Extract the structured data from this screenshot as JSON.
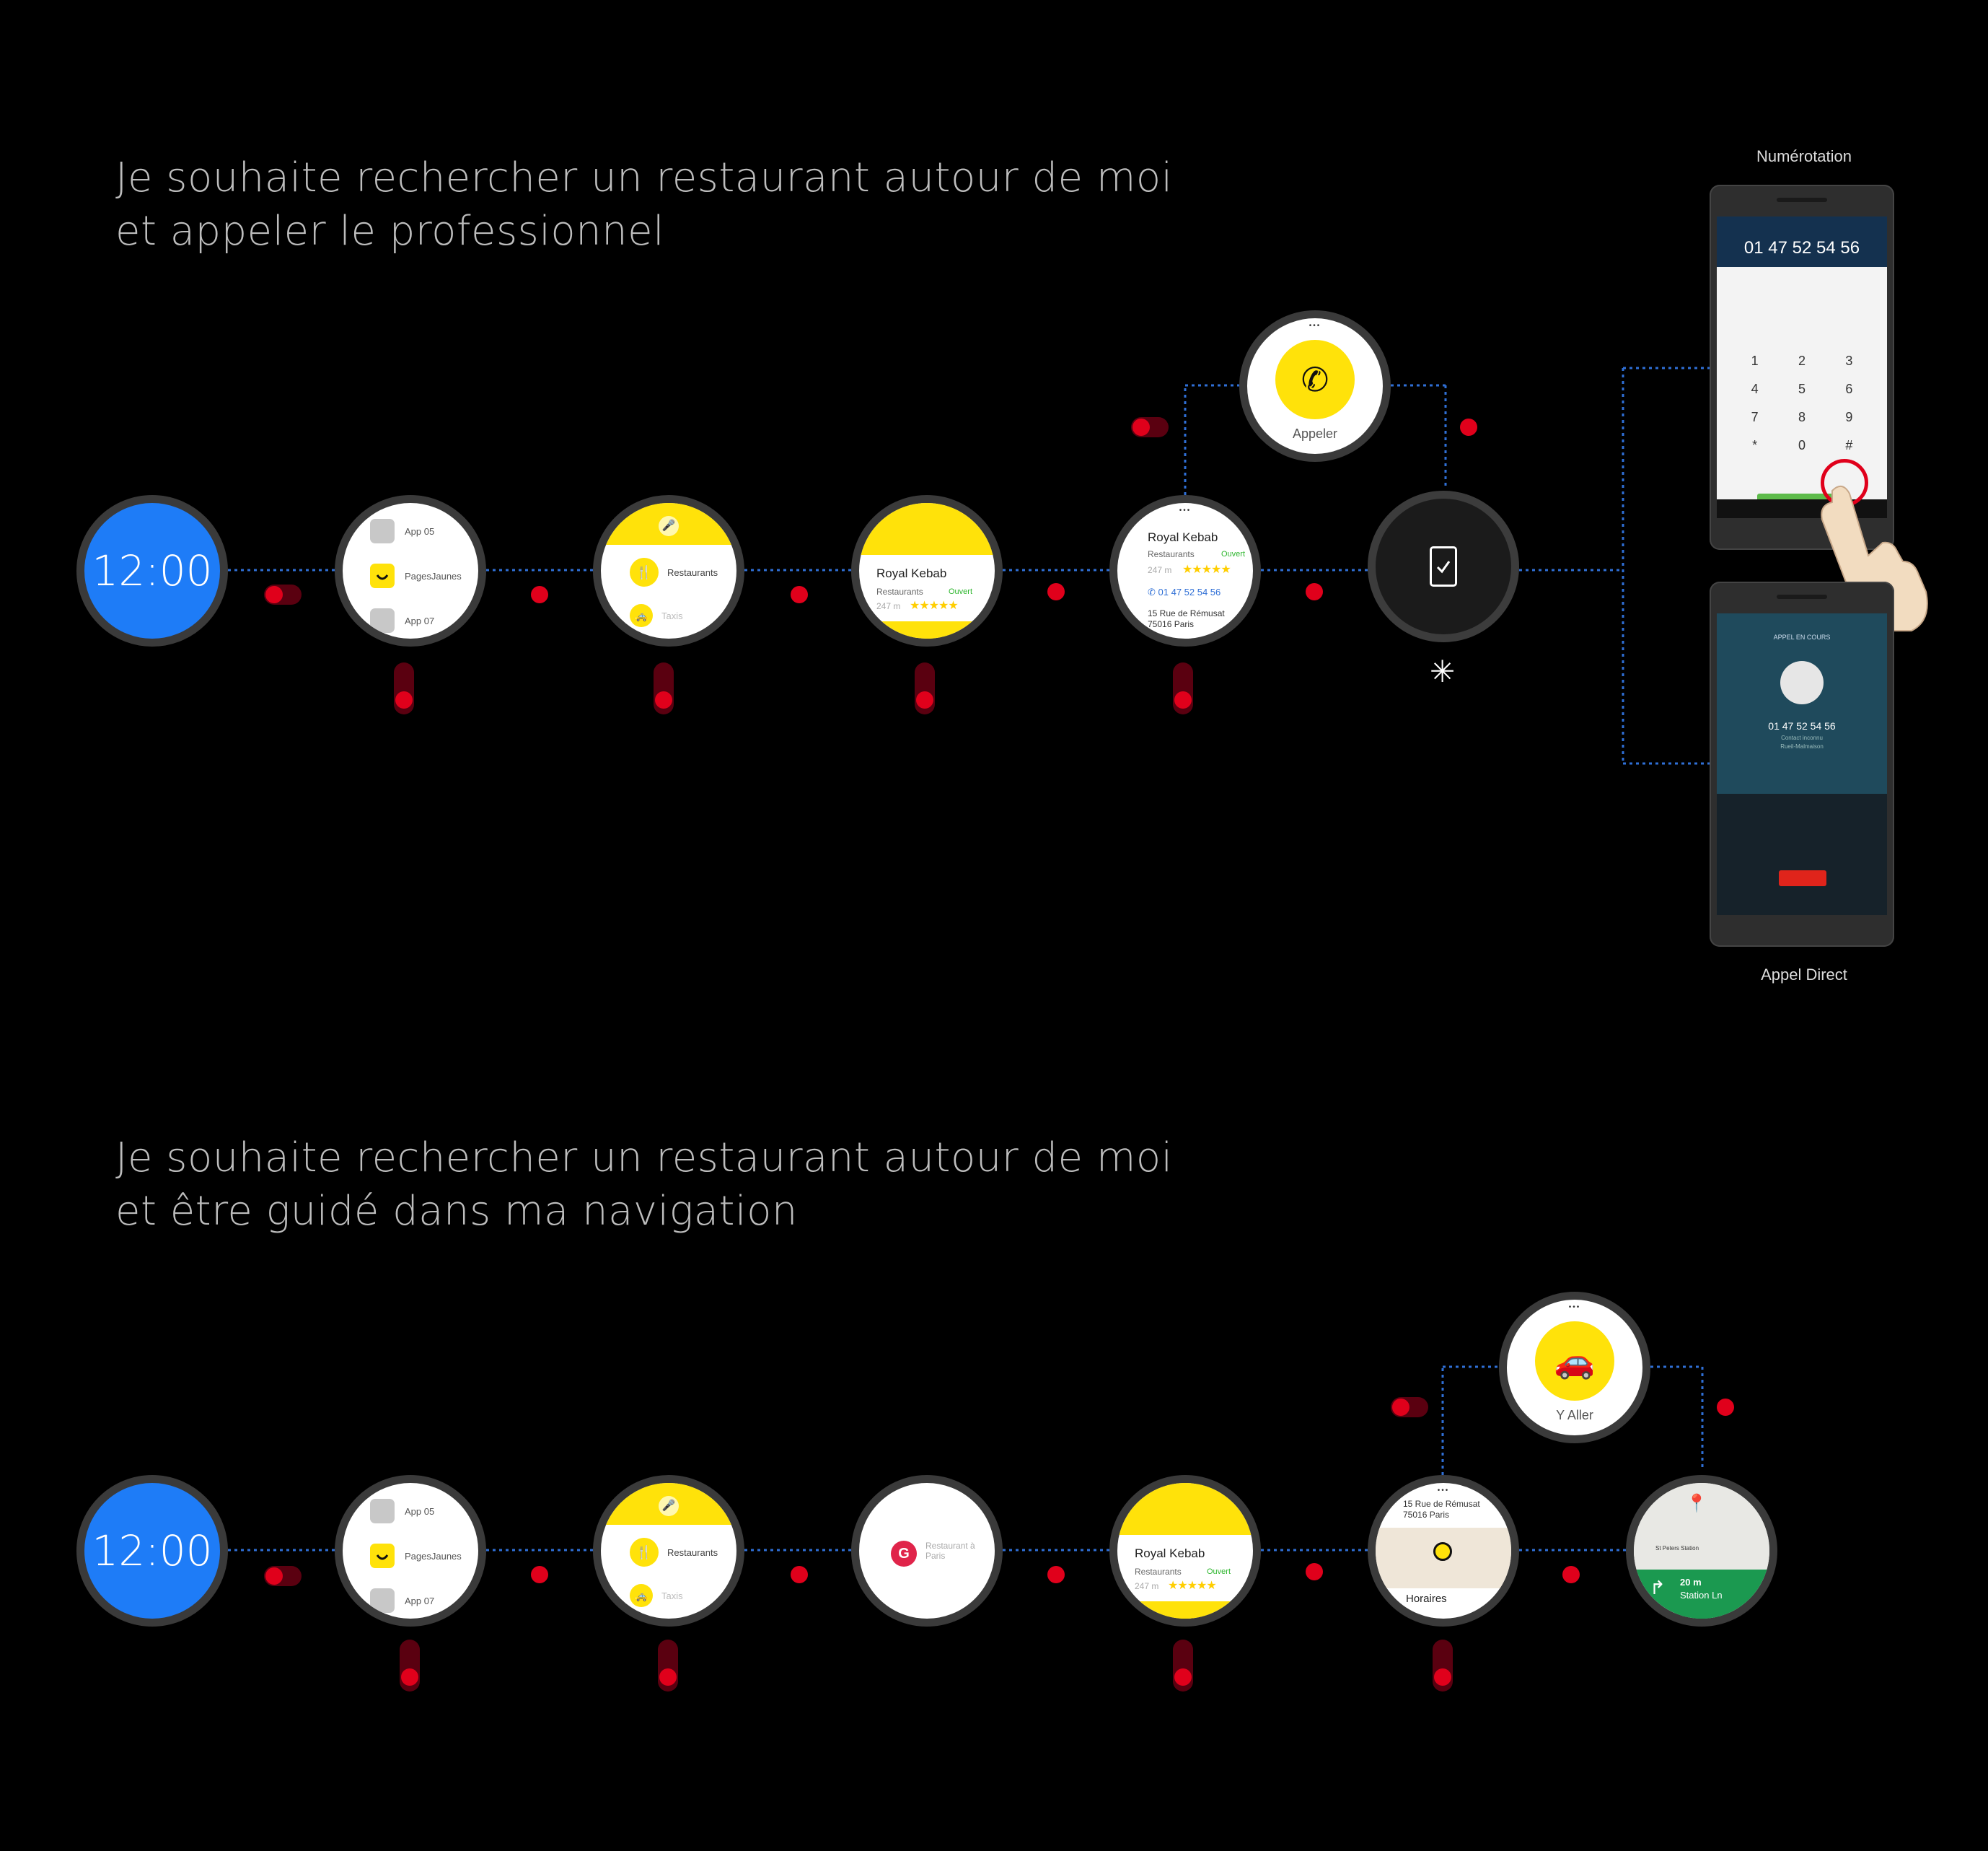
{
  "headings": {
    "scenario1": [
      "Je souhaite rechercher un restaurant autour de moi",
      "et appeler le professionnel"
    ],
    "scenario2": [
      "Je souhaite rechercher un restaurant autour de moi",
      "et être guidé dans ma navigation"
    ]
  },
  "watch": {
    "clock": "12:00",
    "apps": {
      "app1": "App 05",
      "app2": "PagesJaunes",
      "app3": "App 07"
    },
    "categories": {
      "c1": "Restaurants",
      "c2": "Taxis"
    },
    "restaurant": {
      "name": "Royal Kebab",
      "category": "Restaurants",
      "status": "Ouvert",
      "distance": "247 m",
      "rating_stars": "★★★★★",
      "phone": "01 47 52 54 56",
      "address_line1": "15 Rue de Rémusat",
      "address_line2": "75016 Paris",
      "address_inline": "15 Rue de Rémusat 75016 Paris"
    },
    "search_hint": "Restaurant à Paris",
    "actions": {
      "call": "Appeler",
      "go": "Y Aller",
      "hours": "Horaires"
    },
    "nav": {
      "distance": "20 m",
      "street": "Station Ln",
      "station": "St Peters Station"
    }
  },
  "phones": {
    "dial": {
      "caption": "Numérotation",
      "number": "01 47 52 54 56",
      "keys": [
        "1",
        "2",
        "3",
        "4",
        "5",
        "6",
        "7",
        "8",
        "9",
        "*",
        "0",
        "#"
      ]
    },
    "call": {
      "caption": "Appel Direct",
      "status": "APPEL EN COURS",
      "number": "01 47 52 54 56",
      "sub1": "Contact inconnu",
      "sub2": "Rueil-Malmaison"
    }
  },
  "colors": {
    "accent_yellow": "#ffe20a",
    "clock_blue": "#1e7cf7",
    "red_dot": "#e0001b",
    "link_blue": "#2f6fd6"
  }
}
